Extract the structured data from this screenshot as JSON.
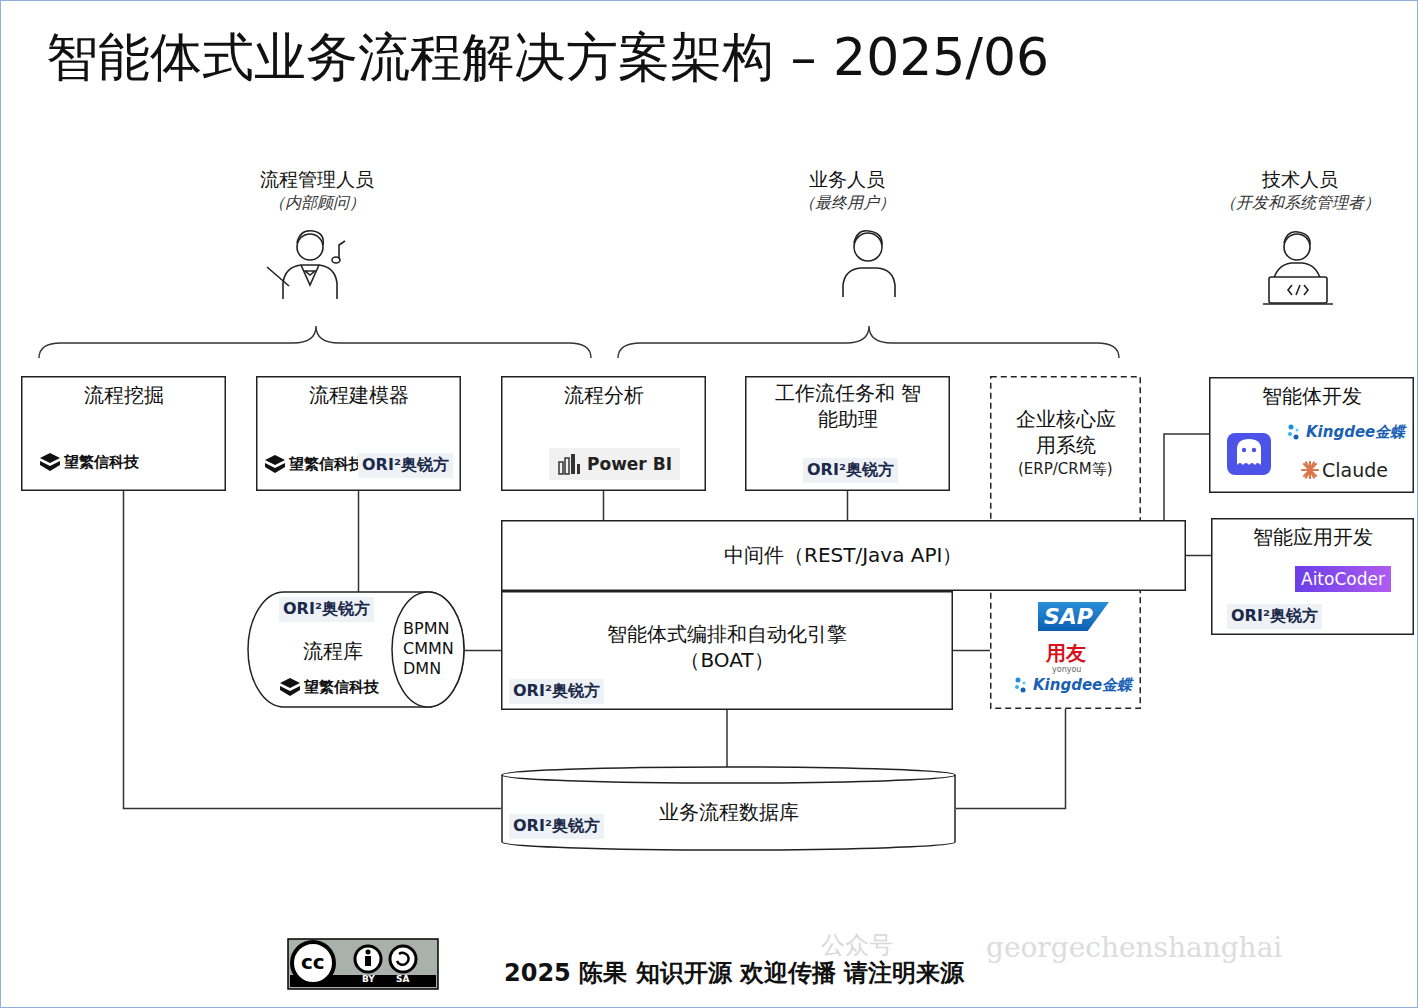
{
  "diagram": {
    "title": "智能体式业务流程解决方案架构 – 2025/06",
    "nodes": [
      {
        "text": [
          "流程挖掘",
          "望繁信科技"
        ]
      },
      {
        "text": [
          "流程建模器",
          "望繁信科技",
          "ORI²奥锐方"
        ]
      },
      {
        "text": [
          "流程分析",
          "Power BI"
        ]
      },
      {
        "text": [
          "工作流任务和 智能助理",
          "ORI²奥锐方"
        ]
      },
      {
        "text": [
          "企业核心应用系统",
          "(ERP/CRM等)",
          "SAP",
          "用友",
          "yonyou",
          "Kingdee金蝶"
        ]
      },
      {
        "text": [
          "智能体开发",
          "Kingdee金蝶",
          "Claude"
        ]
      },
      {
        "text": [
          "中间件（REST/Java API）"
        ]
      },
      {
        "text": [
          "智能应用开发",
          "AitoCoder",
          "ORI²奥锐方"
        ]
      },
      {
        "text": [
          "ORI²奥锐方",
          "流程库",
          "望繁信科技",
          "BPMN CMMN DMN"
        ]
      },
      {
        "text": [
          "智能体式编排和自动化引擎 （BOAT）",
          "ORI²奥锐方"
        ]
      },
      {
        "text": [
          "业务流程数据库",
          "ORI²奥锐方"
        ]
      }
    ],
    "edges": [
      {
        "from": 0,
        "to": 10,
        "arrow": "none"
      },
      {
        "from": 1,
        "to": 8,
        "arrow": "none"
      },
      {
        "from": 2,
        "to": 6,
        "arrow": "none"
      },
      {
        "from": 3,
        "to": 6,
        "arrow": "none"
      },
      {
        "from": 5,
        "to": 6,
        "arrow": "none"
      },
      {
        "from": 6,
        "to": 7,
        "arrow": "none"
      },
      {
        "from": 8,
        "to": 9,
        "arrow": "none"
      },
      {
        "from": 9,
        "to": 4,
        "arrow": "none"
      },
      {
        "from": 9,
        "to": 10,
        "arrow": "none"
      },
      {
        "from": 4,
        "to": 10,
        "arrow": "none"
      }
    ],
    "labels": [
      "流程管理人员",
      "（内部顾问）",
      "业务人员",
      "（最终用户）",
      "技术人员",
      "（开发和系统管理者）",
      "cc",
      "BY",
      "SA",
      "2025 陈果  知识开源 欢迎传播 请注明来源",
      "公众号",
      "georgechenshanghai"
    ]
  }
}
